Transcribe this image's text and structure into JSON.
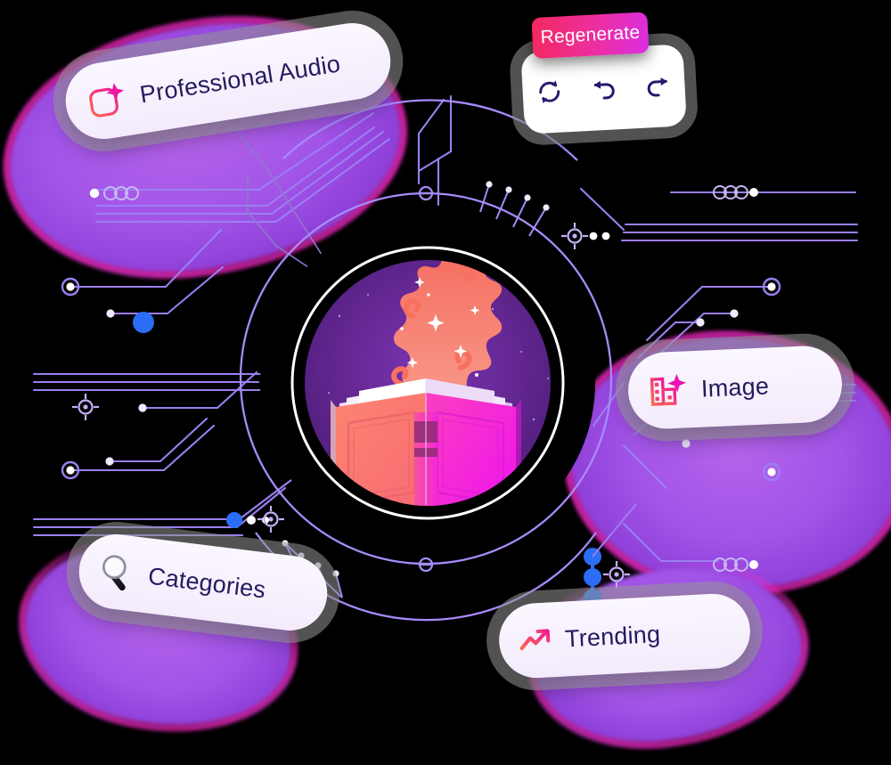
{
  "scene": {
    "title": "AI Audiobook Creation Hub",
    "background_color": "#000000"
  },
  "center": {
    "name": "magic-book-emblem",
    "description": "Open book with magical smoke rising",
    "ring_color": "#ffffff",
    "disc_color": "#5f2a8c",
    "book_left_color": "#fb6f63",
    "book_right_color": "#f11fe3",
    "smoke_color": "#f9705f"
  },
  "cards": {
    "audio": {
      "label": "Professional Audio",
      "icon": "audio-waveform-sparkle-icon"
    },
    "image": {
      "label": "Image",
      "icon": "image-film-sparkle-icon"
    },
    "categories": {
      "label": "Categories",
      "icon": "magnifying-glass-icon"
    },
    "trending": {
      "label": "Trending",
      "icon": "trending-up-arrow-icon"
    }
  },
  "regenerate": {
    "pill_label": "Regenerate",
    "pill_gradient_start": "#f5285f",
    "pill_gradient_end": "#da2ee2",
    "actions": [
      {
        "name": "refresh-icon",
        "label": "Refresh"
      },
      {
        "name": "undo-icon",
        "label": "Undo"
      },
      {
        "name": "redo-icon",
        "label": "Redo"
      }
    ]
  },
  "palette": {
    "accent_pink": "#f5285f",
    "accent_magenta": "#da2ee2",
    "trace_purple": "#a78bfa",
    "node_blue": "#2b6ef5",
    "text_navy": "#241a5e",
    "card_bg": "#f6f0fd"
  }
}
